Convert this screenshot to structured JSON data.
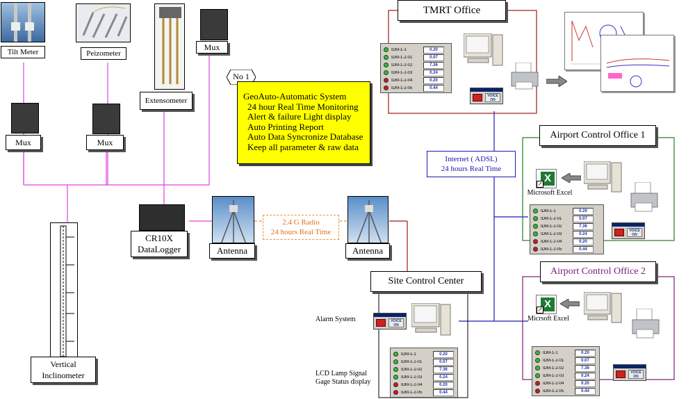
{
  "sensors": {
    "tilt_meter": "Tilt Meter",
    "piezometer": "Peizometer",
    "extensometer": "Extensometer",
    "vertical_inclinometer_line1": "Vertical",
    "vertical_inclinometer_line2": "Inclinometer"
  },
  "mux_label": "Mux",
  "datalogger": {
    "line1": "CR10X",
    "line2": "DataLogger"
  },
  "antenna_label": "Antenna",
  "radio_link": {
    "line1": "2.4 G Radio",
    "line2": "24 hours Real Time"
  },
  "internet_link": {
    "line1": "Internet ( ADSL)",
    "line2": "24 hours Real Time"
  },
  "features": {
    "badge": "No 1",
    "title": "GeoAuto-Automatic System",
    "items": [
      "24 hour Real Time Monitoring",
      "Alert & failure Light display",
      "Auto Printing Report",
      "Auto Data Syncronize Database",
      "Keep all parameter & raw data"
    ]
  },
  "offices": {
    "tmrt": "TMRT Office",
    "airport1": "Airport Control Office 1",
    "airport2": "Airport Control Office 2",
    "site": "Site Control Center"
  },
  "site_labels": {
    "alarm": "Alarm System",
    "lcd_line1": "LCD Lamp Signal",
    "lcd_line2": "Gage Status display"
  },
  "excel_label_1": "Microsoft Excel",
  "excel_label_2": "Micrsoft Excel",
  "voice_button": "VOICE ON",
  "status_panels": {
    "tmrt": [
      {
        "name": "IDM-1-1",
        "value": "0.20",
        "status": "green"
      },
      {
        "name": "IDM-1-2-01",
        "value": "0.07",
        "status": "green"
      },
      {
        "name": "IDM-1-2-02",
        "value": "7.36",
        "status": "green"
      },
      {
        "name": "IDM-1-2-03",
        "value": "0.24",
        "status": "green"
      },
      {
        "name": "IDM-1-2-04",
        "value": "0.20",
        "status": "red"
      },
      {
        "name": "IDM-1-2-05",
        "value": "0.44",
        "status": "red"
      }
    ],
    "airport1": [
      {
        "name": "IDM-1-1",
        "value": "0.20",
        "status": "green"
      },
      {
        "name": "IDM-1-2-01",
        "value": "0.07",
        "status": "green"
      },
      {
        "name": "IDM-1-2-02",
        "value": "7.36",
        "status": "green"
      },
      {
        "name": "IDM-1-2-03",
        "value": "0.24",
        "status": "green"
      },
      {
        "name": "IDM-1-2-04",
        "value": "0.20",
        "status": "red"
      },
      {
        "name": "IDM-1-2-05",
        "value": "0.44",
        "status": "red"
      }
    ],
    "airport2": [
      {
        "name": "IDM-1-1",
        "value": "0.20",
        "status": "green"
      },
      {
        "name": "IDM-1-2-01",
        "value": "0.07",
        "status": "green"
      },
      {
        "name": "IDM-1-2-02",
        "value": "7.36",
        "status": "green"
      },
      {
        "name": "IDM-1-2-03",
        "value": "0.24",
        "status": "green"
      },
      {
        "name": "IDM-1-2-04",
        "value": "0.20",
        "status": "red"
      },
      {
        "name": "IDM-1-2-05",
        "value": "0.44",
        "status": "red"
      }
    ],
    "site": [
      {
        "name": "IDM-1-1",
        "value": "0.20",
        "status": "green"
      },
      {
        "name": "IDM-1-2-01",
        "value": "0.07",
        "status": "green"
      },
      {
        "name": "IDM-1-2-02",
        "value": "7.36",
        "status": "green"
      },
      {
        "name": "IDM-1-2-03",
        "value": "0.24",
        "status": "green"
      },
      {
        "name": "IDM-1-2-04",
        "value": "0.20",
        "status": "red"
      },
      {
        "name": "IDM-1-2-05",
        "value": "0.44",
        "status": "red"
      }
    ]
  },
  "colors": {
    "sensor_bus": "#e040e0",
    "radio": "#f09040",
    "tmrt": "#a01818",
    "airport1": "#2a7a2a",
    "airport2": "#7a1a7a",
    "network": "#1a1ab0",
    "note_bg": "#ffff00"
  }
}
